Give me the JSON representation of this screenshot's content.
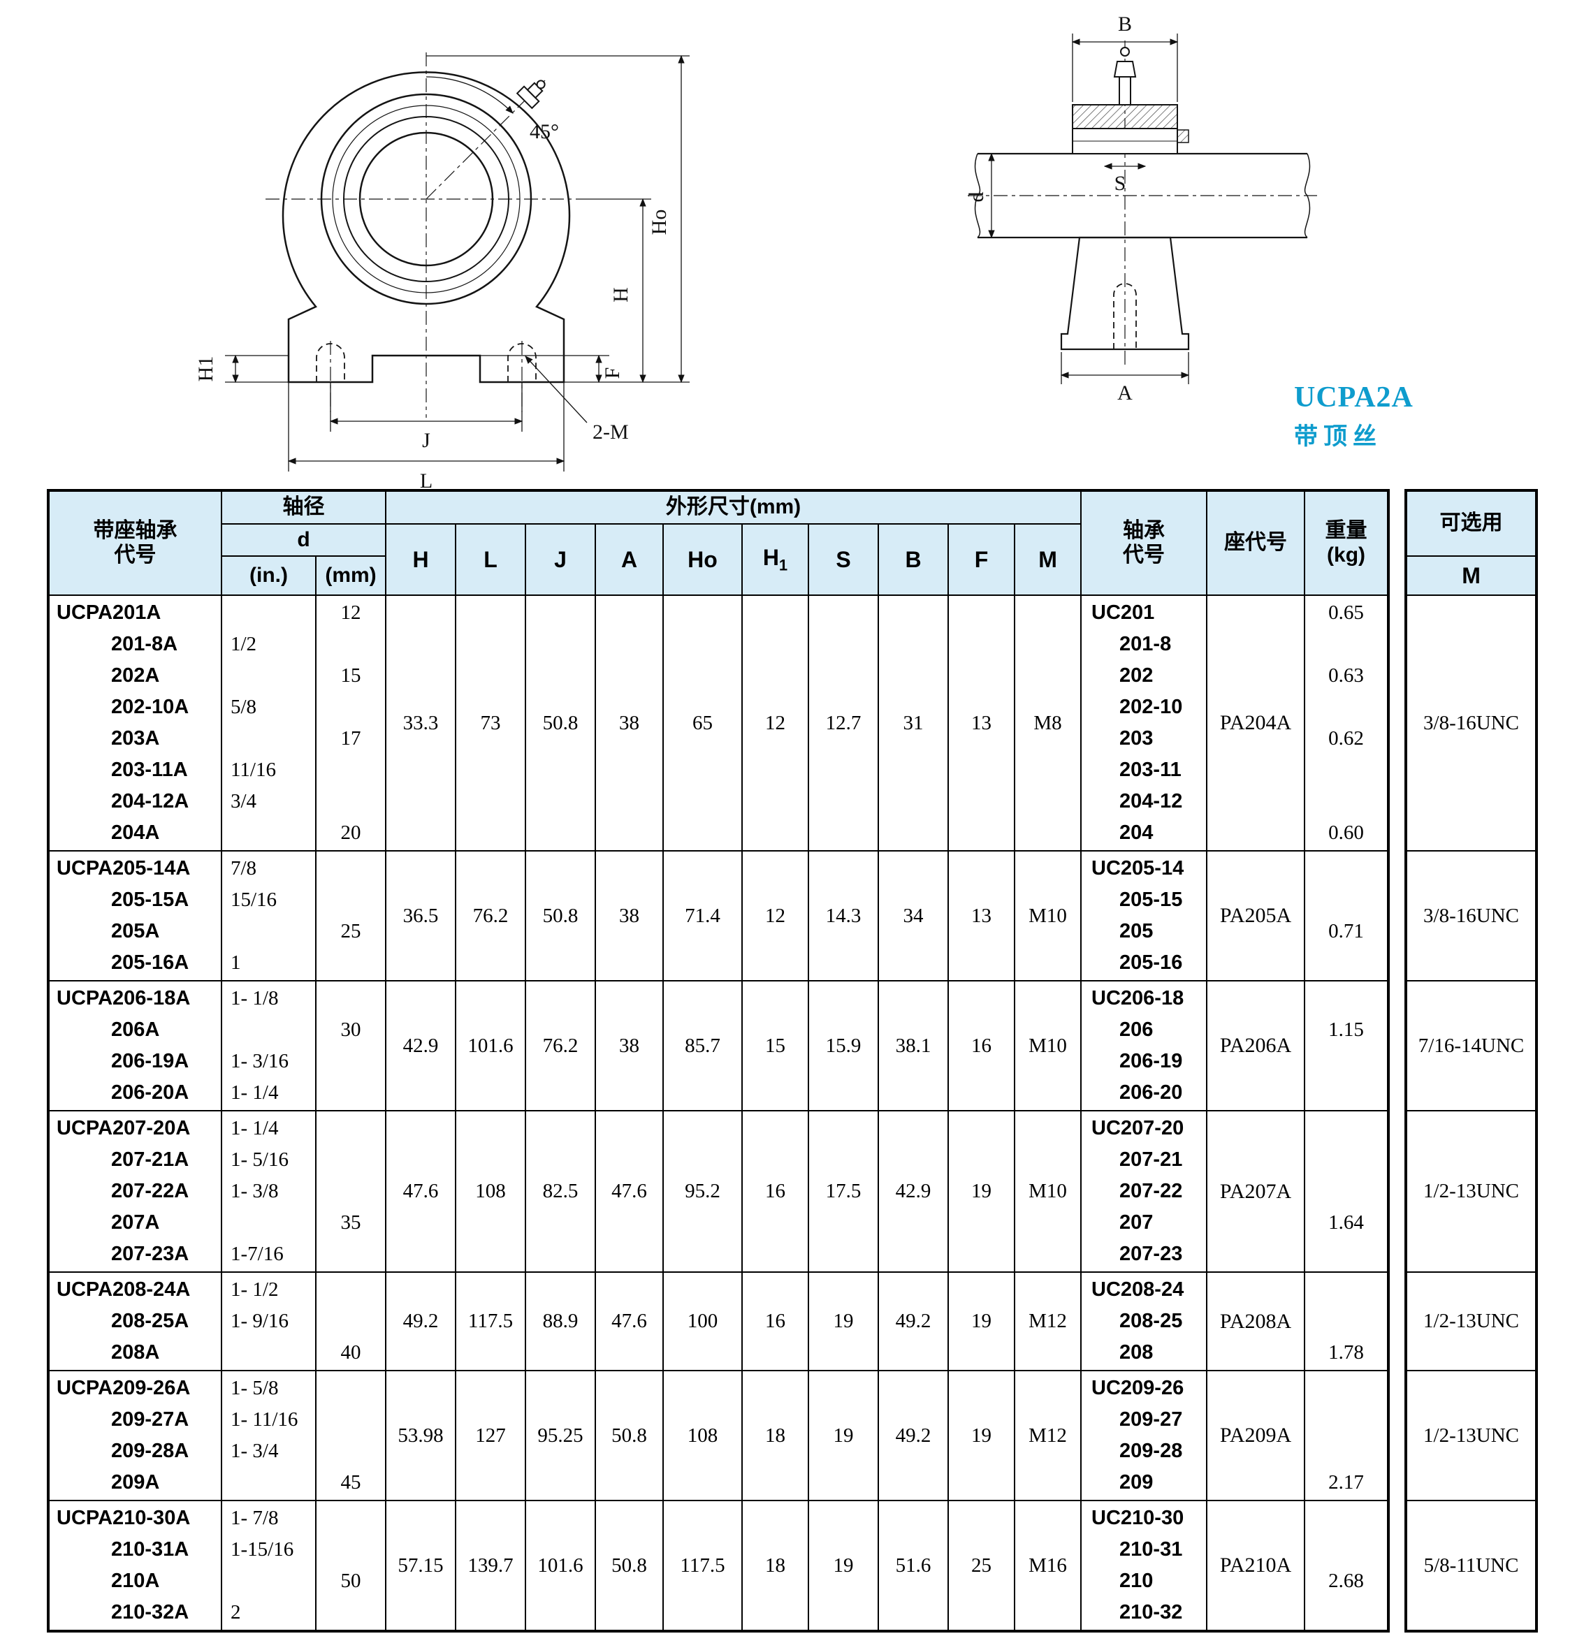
{
  "colors": {
    "accent": "#0e9ccd",
    "header_bg": "#d7ecf7",
    "border": "#000000"
  },
  "caption": {
    "model": "UCPA2A",
    "note": "带顶丝"
  },
  "diagram": {
    "front": {
      "angle": "45°",
      "ho": "Ho",
      "h": "H",
      "h1": "H1",
      "f": "F",
      "j": "J",
      "l": "L",
      "m2": "2-M"
    },
    "side": {
      "b": "B",
      "s": "S",
      "d": "d",
      "a": "A"
    }
  },
  "table": {
    "header": {
      "unit_code": "带座轴承\n代号",
      "shaft_dia": "轴径",
      "d": "d",
      "inch": "(in.)",
      "mm": "(mm)",
      "dims_title": "外形尺寸(mm)",
      "dim_cols": [
        "H",
        "L",
        "J",
        "A",
        "Ho",
        "H1",
        "S",
        "B",
        "F",
        "M"
      ],
      "bearing_code": "轴承\n代号",
      "housing_code": "座代号",
      "weight": "重量\n(kg)",
      "optional": "可选用",
      "optional_m": "M"
    },
    "groups": [
      {
        "lines": [
          {
            "code": "UCPA201A",
            "inch": "",
            "mm": "12",
            "bearing": "UC201",
            "weight": "0.65"
          },
          {
            "code": "201-8A",
            "inch": "1/2",
            "mm": "",
            "bearing": "201-8",
            "weight": ""
          },
          {
            "code": "202A",
            "inch": "",
            "mm": "15",
            "bearing": "202",
            "weight": "0.63"
          },
          {
            "code": "202-10A",
            "inch": "5/8",
            "mm": "",
            "bearing": "202-10",
            "weight": ""
          },
          {
            "code": "203A",
            "inch": "",
            "mm": "17",
            "bearing": "203",
            "weight": "0.62"
          },
          {
            "code": "203-11A",
            "inch": "11/16",
            "mm": "",
            "bearing": "203-11",
            "weight": ""
          },
          {
            "code": "204-12A",
            "inch": "3/4",
            "mm": "",
            "bearing": "204-12",
            "weight": ""
          },
          {
            "code": "204A",
            "inch": "",
            "mm": "20",
            "bearing": "204",
            "weight": "0.60"
          }
        ],
        "dims": [
          "33.3",
          "73",
          "50.8",
          "38",
          "65",
          "12",
          "12.7",
          "31",
          "13",
          "M8"
        ],
        "housing": "PA204A",
        "optional_m": "3/8-16UNC"
      },
      {
        "lines": [
          {
            "code": "UCPA205-14A",
            "inch": "7/8",
            "mm": "",
            "bearing": "UC205-14",
            "weight": ""
          },
          {
            "code": "205-15A",
            "inch": "15/16",
            "mm": "",
            "bearing": "205-15",
            "weight": ""
          },
          {
            "code": "205A",
            "inch": "",
            "mm": "25",
            "bearing": "205",
            "weight": "0.71"
          },
          {
            "code": "205-16A",
            "inch": "1",
            "mm": "",
            "bearing": "205-16",
            "weight": ""
          }
        ],
        "dims": [
          "36.5",
          "76.2",
          "50.8",
          "38",
          "71.4",
          "12",
          "14.3",
          "34",
          "13",
          "M10"
        ],
        "housing": "PA205A",
        "optional_m": "3/8-16UNC"
      },
      {
        "lines": [
          {
            "code": "UCPA206-18A",
            "inch": "1- 1/8",
            "mm": "",
            "bearing": "UC206-18",
            "weight": ""
          },
          {
            "code": "206A",
            "inch": "",
            "mm": "30",
            "bearing": "206",
            "weight": "1.15"
          },
          {
            "code": "206-19A",
            "inch": "1- 3/16",
            "mm": "",
            "bearing": "206-19",
            "weight": ""
          },
          {
            "code": "206-20A",
            "inch": "1- 1/4",
            "mm": "",
            "bearing": "206-20",
            "weight": ""
          }
        ],
        "dims": [
          "42.9",
          "101.6",
          "76.2",
          "38",
          "85.7",
          "15",
          "15.9",
          "38.1",
          "16",
          "M10"
        ],
        "housing": "PA206A",
        "optional_m": "7/16-14UNC"
      },
      {
        "lines": [
          {
            "code": "UCPA207-20A",
            "inch": "1- 1/4",
            "mm": "",
            "bearing": "UC207-20",
            "weight": ""
          },
          {
            "code": "207-21A",
            "inch": "1- 5/16",
            "mm": "",
            "bearing": "207-21",
            "weight": ""
          },
          {
            "code": "207-22A",
            "inch": "1- 3/8",
            "mm": "",
            "bearing": "207-22",
            "weight": ""
          },
          {
            "code": "207A",
            "inch": "",
            "mm": "35",
            "bearing": "207",
            "weight": "1.64"
          },
          {
            "code": "207-23A",
            "inch": "1-7/16",
            "mm": "",
            "bearing": "207-23",
            "weight": ""
          }
        ],
        "dims": [
          "47.6",
          "108",
          "82.5",
          "47.6",
          "95.2",
          "16",
          "17.5",
          "42.9",
          "19",
          "M10"
        ],
        "housing": "PA207A",
        "optional_m": "1/2-13UNC"
      },
      {
        "lines": [
          {
            "code": "UCPA208-24A",
            "inch": "1- 1/2",
            "mm": "",
            "bearing": "UC208-24",
            "weight": ""
          },
          {
            "code": "208-25A",
            "inch": "1- 9/16",
            "mm": "",
            "bearing": "208-25",
            "weight": ""
          },
          {
            "code": "208A",
            "inch": "",
            "mm": "40",
            "bearing": "208",
            "weight": "1.78"
          }
        ],
        "dims": [
          "49.2",
          "117.5",
          "88.9",
          "47.6",
          "100",
          "16",
          "19",
          "49.2",
          "19",
          "M12"
        ],
        "housing": "PA208A",
        "optional_m": "1/2-13UNC"
      },
      {
        "lines": [
          {
            "code": "UCPA209-26A",
            "inch": "1- 5/8",
            "mm": "",
            "bearing": "UC209-26",
            "weight": ""
          },
          {
            "code": "209-27A",
            "inch": "1- 11/16",
            "mm": "",
            "bearing": "209-27",
            "weight": ""
          },
          {
            "code": "209-28A",
            "inch": "1- 3/4",
            "mm": "",
            "bearing": "209-28",
            "weight": ""
          },
          {
            "code": "209A",
            "inch": "",
            "mm": "45",
            "bearing": "209",
            "weight": "2.17"
          }
        ],
        "dims": [
          "53.98",
          "127",
          "95.25",
          "50.8",
          "108",
          "18",
          "19",
          "49.2",
          "19",
          "M12"
        ],
        "housing": "PA209A",
        "optional_m": "1/2-13UNC"
      },
      {
        "lines": [
          {
            "code": "UCPA210-30A",
            "inch": "1- 7/8",
            "mm": "",
            "bearing": "UC210-30",
            "weight": ""
          },
          {
            "code": "210-31A",
            "inch": "1-15/16",
            "mm": "",
            "bearing": "210-31",
            "weight": ""
          },
          {
            "code": "210A",
            "inch": "",
            "mm": "50",
            "bearing": "210",
            "weight": "2.68"
          },
          {
            "code": "210-32A",
            "inch": "2",
            "mm": "",
            "bearing": "210-32",
            "weight": ""
          }
        ],
        "dims": [
          "57.15",
          "139.7",
          "101.6",
          "50.8",
          "117.5",
          "18",
          "19",
          "51.6",
          "25",
          "M16"
        ],
        "housing": "PA210A",
        "optional_m": "5/8-11UNC"
      }
    ]
  }
}
